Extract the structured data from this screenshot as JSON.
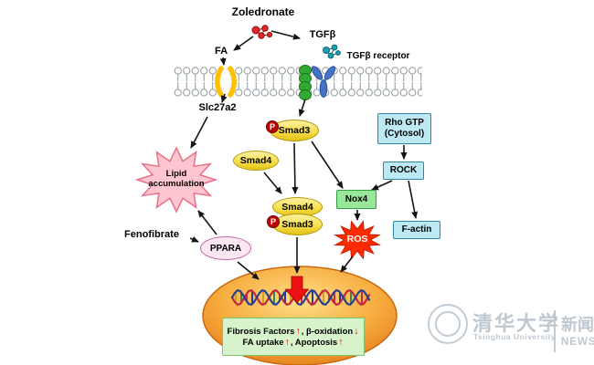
{
  "labels": {
    "zoledronate": "Zoledronate",
    "fa": "FA",
    "tgfb": "TGFβ",
    "tgfb_receptor": "TGFβ receptor",
    "slc27a2": "Slc27a2",
    "lipid_line1": "Lipid",
    "lipid_line2": "accumulation",
    "smad3": "Smad3",
    "smad4": "Smad4",
    "phospho": "P",
    "rho_line1": "Rho GTP",
    "rho_line2": "(Cytosol)",
    "rock": "ROCK",
    "nox4": "Nox4",
    "f_actin": "F-actin",
    "ros": "ROS",
    "fenofibrate": "Fenofibrate",
    "ppara": "PPARA"
  },
  "effects": {
    "fibrosis_label": "Fibrosis Factors",
    "fibrosis_dir": "↑",
    "beta_oxidation_label": ", β-oxidation",
    "beta_oxidation_dir": "↓",
    "fa_uptake_label": "FA uptake",
    "fa_uptake_dir": "↑",
    "apoptosis_label": ", Apoptosis",
    "apoptosis_dir": "↑"
  },
  "watermark": {
    "university_cn": "清华大学",
    "university_en": "Tsinghua University",
    "news_cn": "新闻",
    "news_en": "NEWS"
  },
  "colors": {
    "smad-fill": "#f7df4e",
    "smad-border": "#b09a12",
    "cyan-fill": "#bce9f3",
    "cyan-border": "#2f86a5",
    "green-fill": "#9ae79a",
    "green-border": "#2f9e44",
    "ppara-fill": "#fbe6f3",
    "ppara-border": "#c268a4",
    "lipid-fill": "#ffc6d0",
    "lipid-border": "#e8718a",
    "ros-fill": "#fe2a00",
    "p-fill": "#c00404",
    "effects-fill": "#d7f3cb",
    "effects-border": "#7cc26f",
    "transporter": "#ffc000",
    "receptor-green": "#34a834",
    "receptor-blue": "#4673c8",
    "molecule-red": "#e02828",
    "molecule-teal": "#18a2b0",
    "red-arrow": "#ee1111",
    "nucleus-rim": "#c96a10"
  }
}
